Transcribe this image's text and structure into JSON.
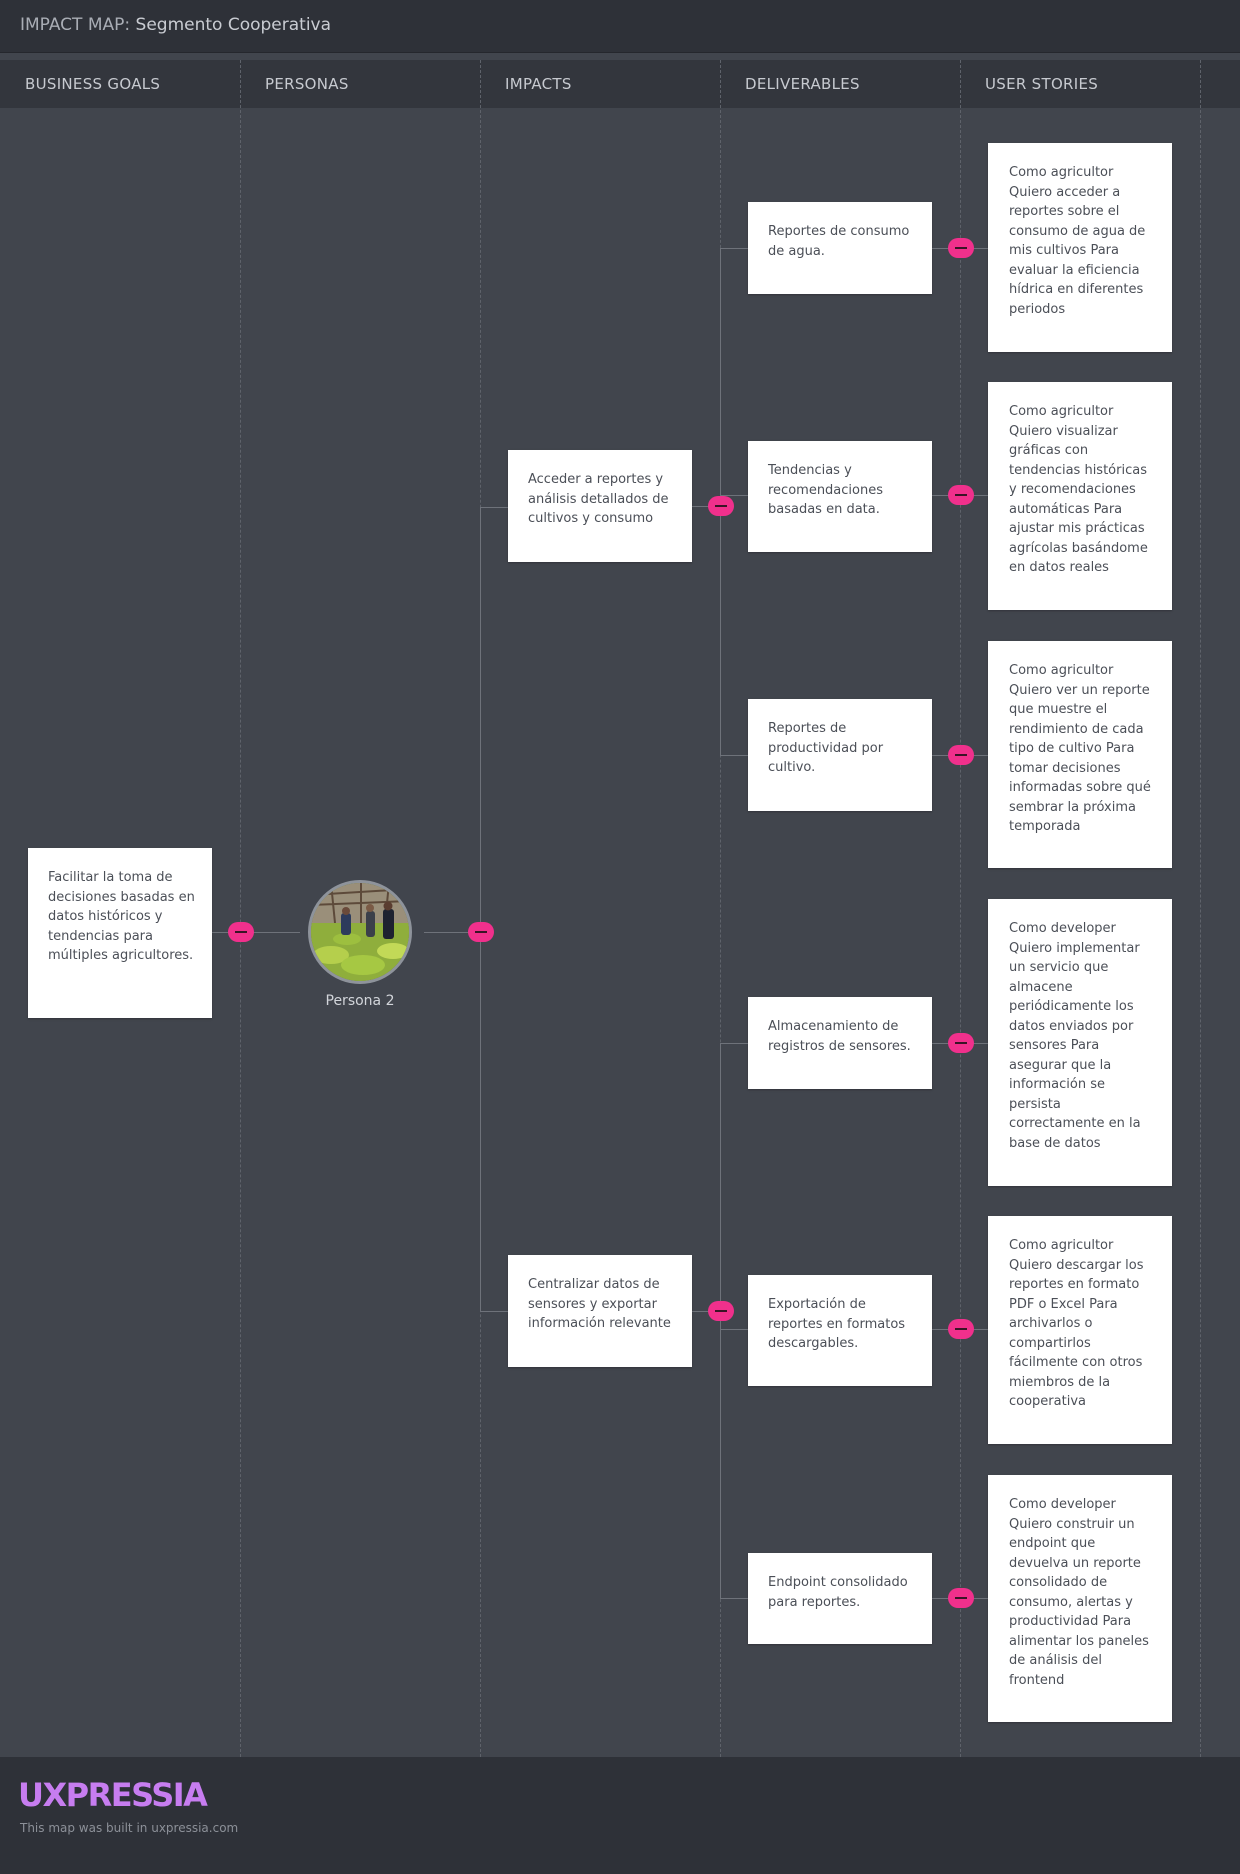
{
  "header": {
    "prefix": "IMPACT MAP:",
    "title": "Segmento Cooperativa"
  },
  "columns": [
    "BUSINESS GOALS",
    "PERSONAS",
    "IMPACTS",
    "DELIVERABLES",
    "USER STORIES"
  ],
  "goal": {
    "text": "Facilitar la toma de decisiones basadas en datos históricos y tendencias para múltiples agricultores."
  },
  "persona": {
    "name": "Persona 2",
    "icon": "farm-workers-photo"
  },
  "impacts": [
    {
      "text": "Acceder a reportes y análisis detallados de cultivos y consumo"
    },
    {
      "text": "Centralizar datos de sensores y exportar información relevante"
    }
  ],
  "deliverables": [
    {
      "text": "Reportes de consumo de agua."
    },
    {
      "text": "Tendencias y recomendaciones basadas en data."
    },
    {
      "text": "Reportes de productividad por cultivo."
    },
    {
      "text": "Almacenamiento de registros de sensores."
    },
    {
      "text": "Exportación de reportes en formatos descargables."
    },
    {
      "text": "Endpoint consolidado para reportes."
    }
  ],
  "stories": [
    {
      "text": "Como agricultor Quiero acceder a reportes sobre el consumo de agua de mis cultivos Para evaluar la eficiencia hídrica en diferentes periodos"
    },
    {
      "text": "Como agricultor Quiero visualizar gráficas con tendencias históricas y recomendaciones automáticas Para ajustar mis prácticas agrícolas basándome en datos reales"
    },
    {
      "text": "Como agricultor Quiero ver un reporte que muestre el rendimiento de cada tipo de cultivo Para tomar decisiones informadas sobre qué sembrar la próxima temporada"
    },
    {
      "text": "Como developer Quiero implementar un servicio que almacene periódicamente los datos enviados por sensores Para asegurar que la información se persista correctamente en la base de datos"
    },
    {
      "text": "Como agricultor Quiero descargar los reportes en formato PDF o Excel Para archivarlos o compartirlos fácilmente con otros miembros de la cooperativa"
    },
    {
      "text": "Como developer Quiero construir un endpoint que devuelva un reporte consolidado de consumo, alertas y productividad Para alimentar los paneles de análisis del frontend"
    }
  ],
  "footer": {
    "brand": "UXPRESSIA",
    "built": "This map was built in uxpressia.com"
  },
  "colors": {
    "background": "#41454d",
    "toggle": "#f0308c",
    "brand": "#c77df0"
  }
}
